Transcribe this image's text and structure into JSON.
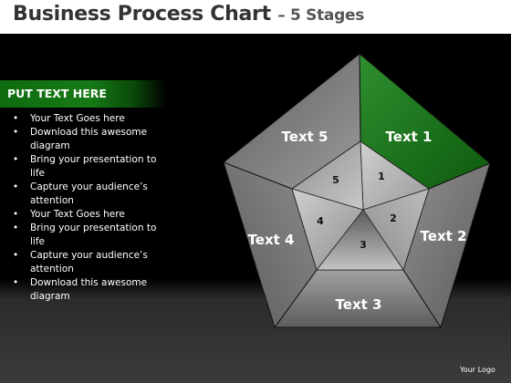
{
  "header": {
    "title": "Business Process Chart",
    "subtitle": "– 5 Stages"
  },
  "sidebar": {
    "heading": "PUT TEXT HERE",
    "bullets": [
      "Your Text Goes here",
      "Download this awesome diagram",
      "Bring your presentation to life",
      "Capture your audience’s attention",
      "Your Text Goes here",
      "Bring your presentation to life",
      "Capture your audience’s attention",
      "Download this awesome diagram"
    ]
  },
  "diagram": {
    "segments": [
      {
        "label": "Text 1",
        "number": "1",
        "highlighted": true
      },
      {
        "label": "Text 2",
        "number": "2",
        "highlighted": false
      },
      {
        "label": "Text 3",
        "number": "3",
        "highlighted": false
      },
      {
        "label": "Text 4",
        "number": "4",
        "highlighted": false
      },
      {
        "label": "Text 5",
        "number": "5",
        "highlighted": false
      }
    ]
  },
  "footer": {
    "logo": "Your Logo"
  },
  "colors": {
    "accent_green": "#167a16",
    "header_bg": "#ffffff",
    "background": "#000000",
    "outer_gray": "#8a8a8a",
    "inner_gray": "#b8b8b8"
  }
}
